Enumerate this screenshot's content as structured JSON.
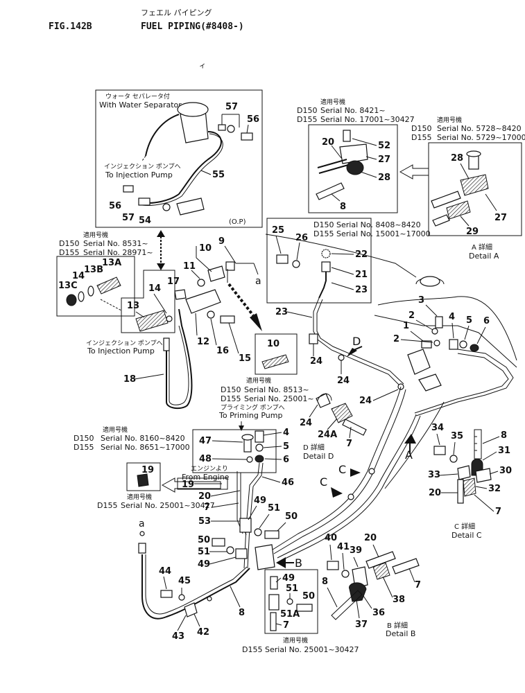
{
  "header": {
    "fig": "FIG.142B",
    "title_jp": "フェエル パイピング",
    "title": "FUEL PIPING(#8408-)"
  },
  "water_separator_box": {
    "jp": "ウォータ セパレータ付",
    "title": "With Water Separator",
    "jp_injection": "インジェクション ポンプへ",
    "to_injection": "To Injection Pump",
    "op": "(O.P)",
    "callouts": [
      "57",
      "56",
      "55",
      "56",
      "57",
      "54"
    ]
  },
  "detail_a": {
    "serial_jp": "適用号機",
    "d150": "D150",
    "d155": "D155",
    "d150_serial": "Serial No. 5728~8420",
    "d155_serial": "Serial No. 5729~17000",
    "callouts": [
      "28",
      "27",
      "29"
    ],
    "label_jp": "A 詳細",
    "label": "Detail A"
  },
  "upper_center_box": {
    "serial_jp": "適用号機",
    "d150_serial": "Serial No. 8421~",
    "d155_serial": "Serial No. 17001~30427",
    "callouts": [
      "20",
      "52",
      "27",
      "28",
      "8"
    ]
  },
  "mid_center_box": {
    "d150_serial": "Serial No. 8408~8420",
    "d155_serial": "Serial No. 15001~17000",
    "callouts": [
      "25",
      "26",
      "22",
      "21",
      "23"
    ]
  },
  "left_box": {
    "serial_jp": "適用号機",
    "d150_serial": "Serial No. 8531~",
    "d155_serial": "Serial No. 28971~",
    "callouts": [
      "13C",
      "14",
      "13B",
      "13A"
    ]
  },
  "injection_group": {
    "callouts": [
      "13",
      "14",
      "17",
      "11",
      "10",
      "9",
      "12",
      "16",
      "15",
      "18",
      "a"
    ],
    "jp_injection": "インジェクション ポンプへ",
    "to_injection": "To Injection Pump"
  },
  "box10": {
    "callout": "10",
    "serial_jp": "適用号機",
    "d150_serial": "Serial No. 8513~",
    "d155_serial": "Serial No. 25001~"
  },
  "priming": {
    "jp": "プライミング ポンプへ",
    "to_priming": "To Priming Pump",
    "callouts": [
      "47",
      "4",
      "5",
      "48",
      "6",
      "46",
      "20",
      "7",
      "49",
      "53",
      "51",
      "50",
      "50",
      "51",
      "49"
    ],
    "serial_jp": "適用号機",
    "d150_serial": "Serial No. 8160~8420",
    "d155_serial": "Serial No. 8651~17000",
    "jp_engine": "エンジンより",
    "from_engine": "From Engine",
    "callout_19": "19"
  },
  "box19": {
    "callout": "19",
    "serial_jp": "適用号機",
    "d155_serial": "Serial No. 25001~30427"
  },
  "tank_group": {
    "callouts": [
      "3",
      "2",
      "4",
      "5",
      "6",
      "1",
      "2",
      "23",
      "24",
      "24",
      "24",
      "D",
      "A",
      "C",
      "C",
      "B"
    ]
  },
  "detail_d": {
    "callouts": [
      "24",
      "24A",
      "7"
    ],
    "label_jp": "D 詳細",
    "label": "Detail D"
  },
  "detail_c": {
    "callouts": [
      "34",
      "35",
      "8",
      "31",
      "33",
      "30",
      "20",
      "32",
      "7"
    ],
    "label_jp": "C 詳細",
    "label": "Detail C"
  },
  "detail_b": {
    "callouts": [
      "40",
      "41",
      "39",
      "20",
      "8",
      "38",
      "7",
      "37",
      "36"
    ],
    "label_jp": "B 詳細",
    "label": "Detail B"
  },
  "box51a": {
    "callouts": [
      "49",
      "51",
      "50",
      "51A",
      "7"
    ],
    "serial_jp": "適用号機",
    "d155_serial": "D155  Serial No. 25001~30427"
  },
  "lower_left": {
    "callouts": [
      "a",
      "44",
      "45",
      "43",
      "42",
      "8"
    ]
  },
  "models": {
    "d150": "D150",
    "d155": "D155"
  }
}
